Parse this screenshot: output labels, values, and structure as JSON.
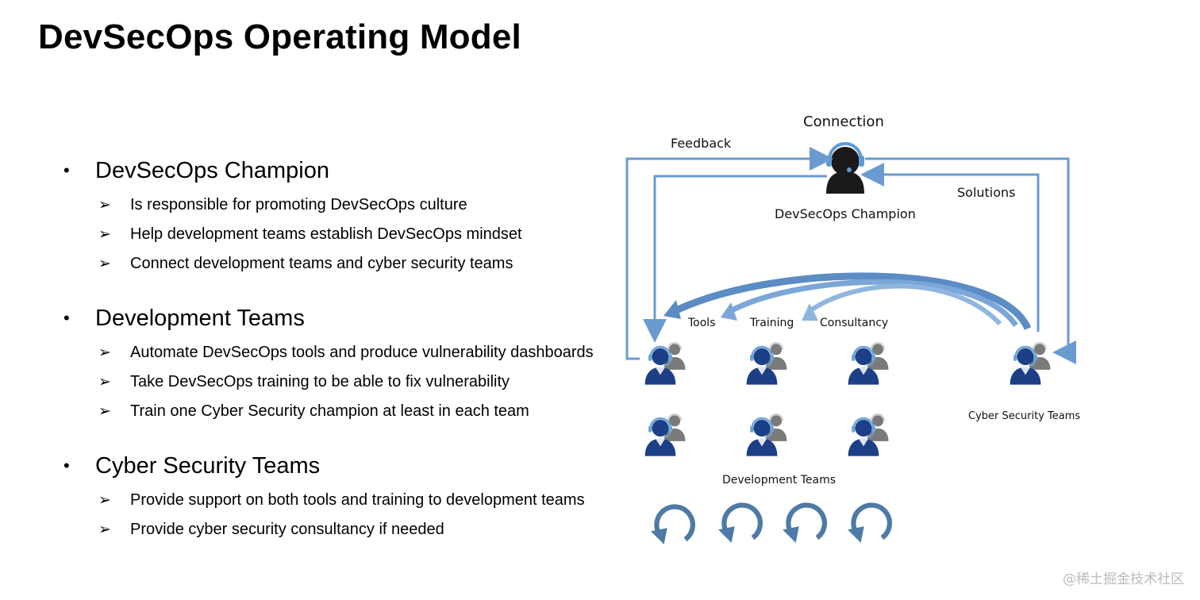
{
  "title": "DevSecOps Operating Model",
  "sections": [
    {
      "bullet": "•",
      "heading": "DevSecOps Champion",
      "items": [
        "Is responsible for promoting DevSecOps culture",
        "Help development teams establish DevSecOps mindset",
        "Connect development teams and cyber security teams"
      ]
    },
    {
      "bullet": "•",
      "heading": "Development Teams",
      "items": [
        "Automate DevSecOps tools and produce vulnerability dashboards",
        "Take DevSecOps training to be able to fix vulnerability",
        "Train one Cyber Security champion at least in each team"
      ]
    },
    {
      "bullet": "•",
      "heading": "Cyber Security Teams",
      "items": [
        "Provide support on both tools and training to development teams",
        "Provide cyber security consultancy if needed"
      ]
    }
  ],
  "sub_bullet": "➢",
  "diagram": {
    "connection": "Connection",
    "feedback": "Feedback",
    "solutions": "Solutions",
    "champion": "DevSecOps Champion",
    "tools": "Tools",
    "training": "Training",
    "consultancy": "Consultancy",
    "cyber_teams": "Cyber Security Teams",
    "dev_teams": "Development Teams"
  },
  "watermark": "@稀土掘金技术社区",
  "colors": {
    "line": "#6a9bd0",
    "person_blue": "#1c3f86",
    "person_gray": "#7a7a7a",
    "cycle": "#4d7aa6"
  }
}
